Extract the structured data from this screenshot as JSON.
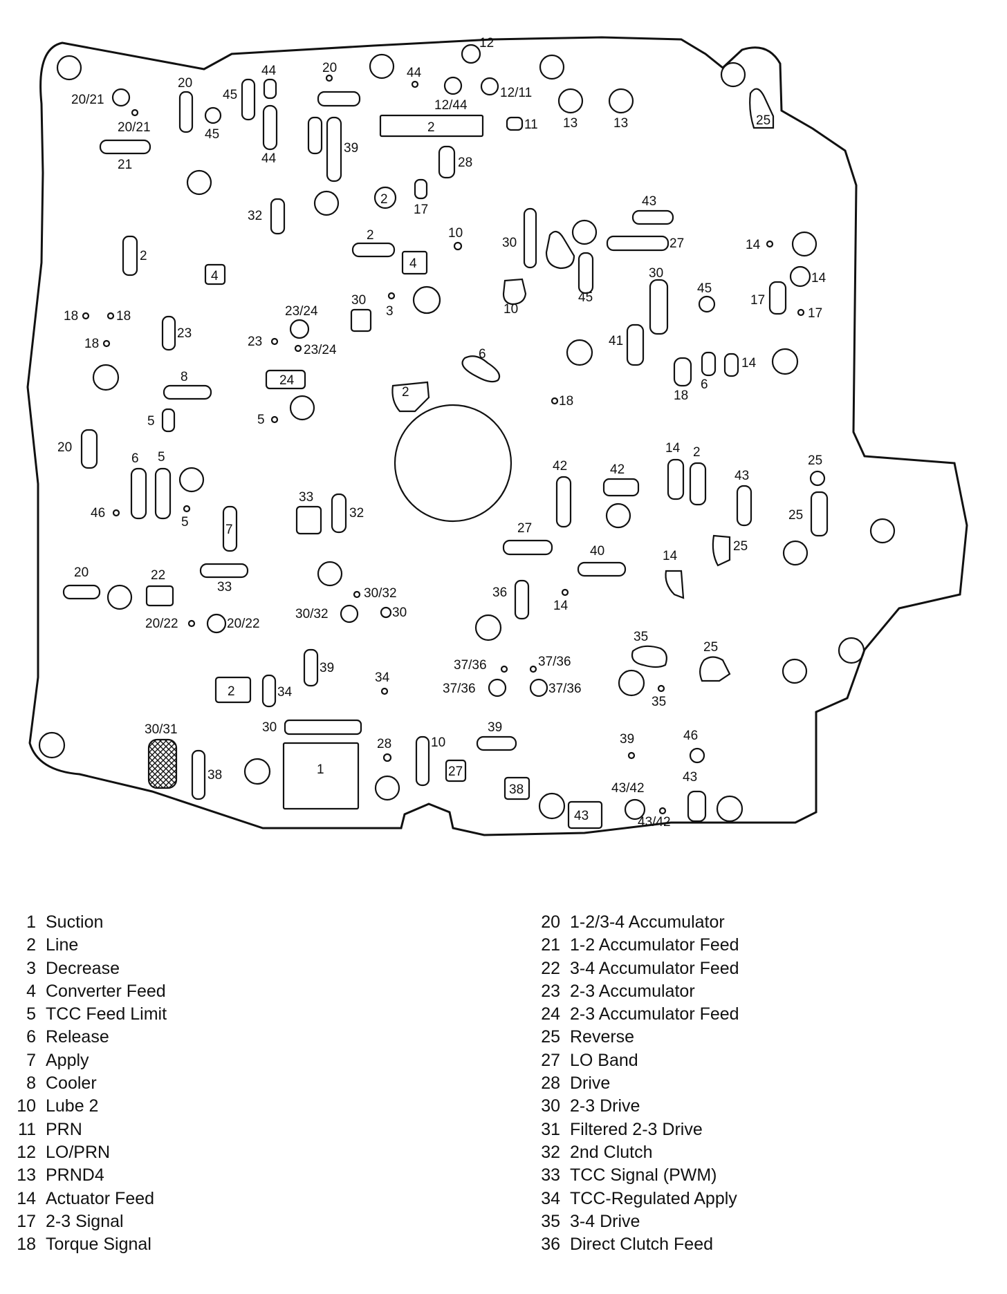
{
  "diagram": {
    "passage_labels": [
      "20/21",
      "20/21",
      "21",
      "20",
      "45",
      "45",
      "44",
      "44",
      "20",
      "39",
      "44",
      "2",
      "12/44",
      "12",
      "12/11",
      "11",
      "13",
      "13",
      "25",
      "28",
      "17",
      "2",
      "32",
      "10",
      "2",
      "4",
      "4",
      "43",
      "27",
      "30",
      "14",
      "14",
      "17",
      "17",
      "2",
      "30",
      "3",
      "10",
      "45",
      "45",
      "30",
      "18",
      "18",
      "18",
      "23/24",
      "23",
      "23/24",
      "23",
      "41",
      "6",
      "14",
      "18",
      "6",
      "8",
      "24",
      "2",
      "18",
      "5",
      "5",
      "20",
      "6",
      "5",
      "42",
      "42",
      "14",
      "2",
      "43",
      "25",
      "25",
      "46",
      "5",
      "33",
      "32",
      "7",
      "27",
      "40",
      "25",
      "14",
      "20",
      "22",
      "33",
      "30/32",
      "30/32",
      "30",
      "36",
      "14",
      "20/22",
      "20/22",
      "35",
      "25",
      "39",
      "34",
      "37/36",
      "37/36",
      "37/36",
      "37/36",
      "35",
      "2",
      "34",
      "30/31",
      "30",
      "28",
      "10",
      "39",
      "39",
      "46",
      "38",
      "1",
      "27",
      "38",
      "43/42",
      "43",
      "43/42",
      "43"
    ]
  },
  "legend": {
    "left": [
      {
        "num": "1",
        "name": "Suction"
      },
      {
        "num": "2",
        "name": "Line"
      },
      {
        "num": "3",
        "name": "Decrease"
      },
      {
        "num": "4",
        "name": "Converter Feed"
      },
      {
        "num": "5",
        "name": "TCC Feed Limit"
      },
      {
        "num": "6",
        "name": "Release"
      },
      {
        "num": "7",
        "name": "Apply"
      },
      {
        "num": "8",
        "name": "Cooler"
      },
      {
        "num": "10",
        "name": "Lube 2"
      },
      {
        "num": "11",
        "name": "PRN"
      },
      {
        "num": "12",
        "name": "LO/PRN"
      },
      {
        "num": "13",
        "name": "PRND4"
      },
      {
        "num": "14",
        "name": "Actuator Feed"
      },
      {
        "num": "17",
        "name": "2-3 Signal"
      },
      {
        "num": "18",
        "name": "Torque Signal"
      }
    ],
    "right": [
      {
        "num": "20",
        "name": "1-2/3-4 Accumulator"
      },
      {
        "num": "21",
        "name": "1-2 Accumulator Feed"
      },
      {
        "num": "22",
        "name": "3-4 Accumulator Feed"
      },
      {
        "num": "23",
        "name": "2-3 Accumulator"
      },
      {
        "num": "24",
        "name": "2-3 Accumulator Feed"
      },
      {
        "num": "25",
        "name": "Reverse"
      },
      {
        "num": "27",
        "name": "LO Band"
      },
      {
        "num": "28",
        "name": "Drive"
      },
      {
        "num": "30",
        "name": "2-3 Drive"
      },
      {
        "num": "31",
        "name": "Filtered 2-3 Drive"
      },
      {
        "num": "32",
        "name": "2nd Clutch"
      },
      {
        "num": "33",
        "name": "TCC Signal (PWM)"
      },
      {
        "num": "34",
        "name": "TCC-Regulated Apply"
      },
      {
        "num": "35",
        "name": "3-4 Drive"
      },
      {
        "num": "36",
        "name": "Direct Clutch Feed"
      }
    ]
  }
}
